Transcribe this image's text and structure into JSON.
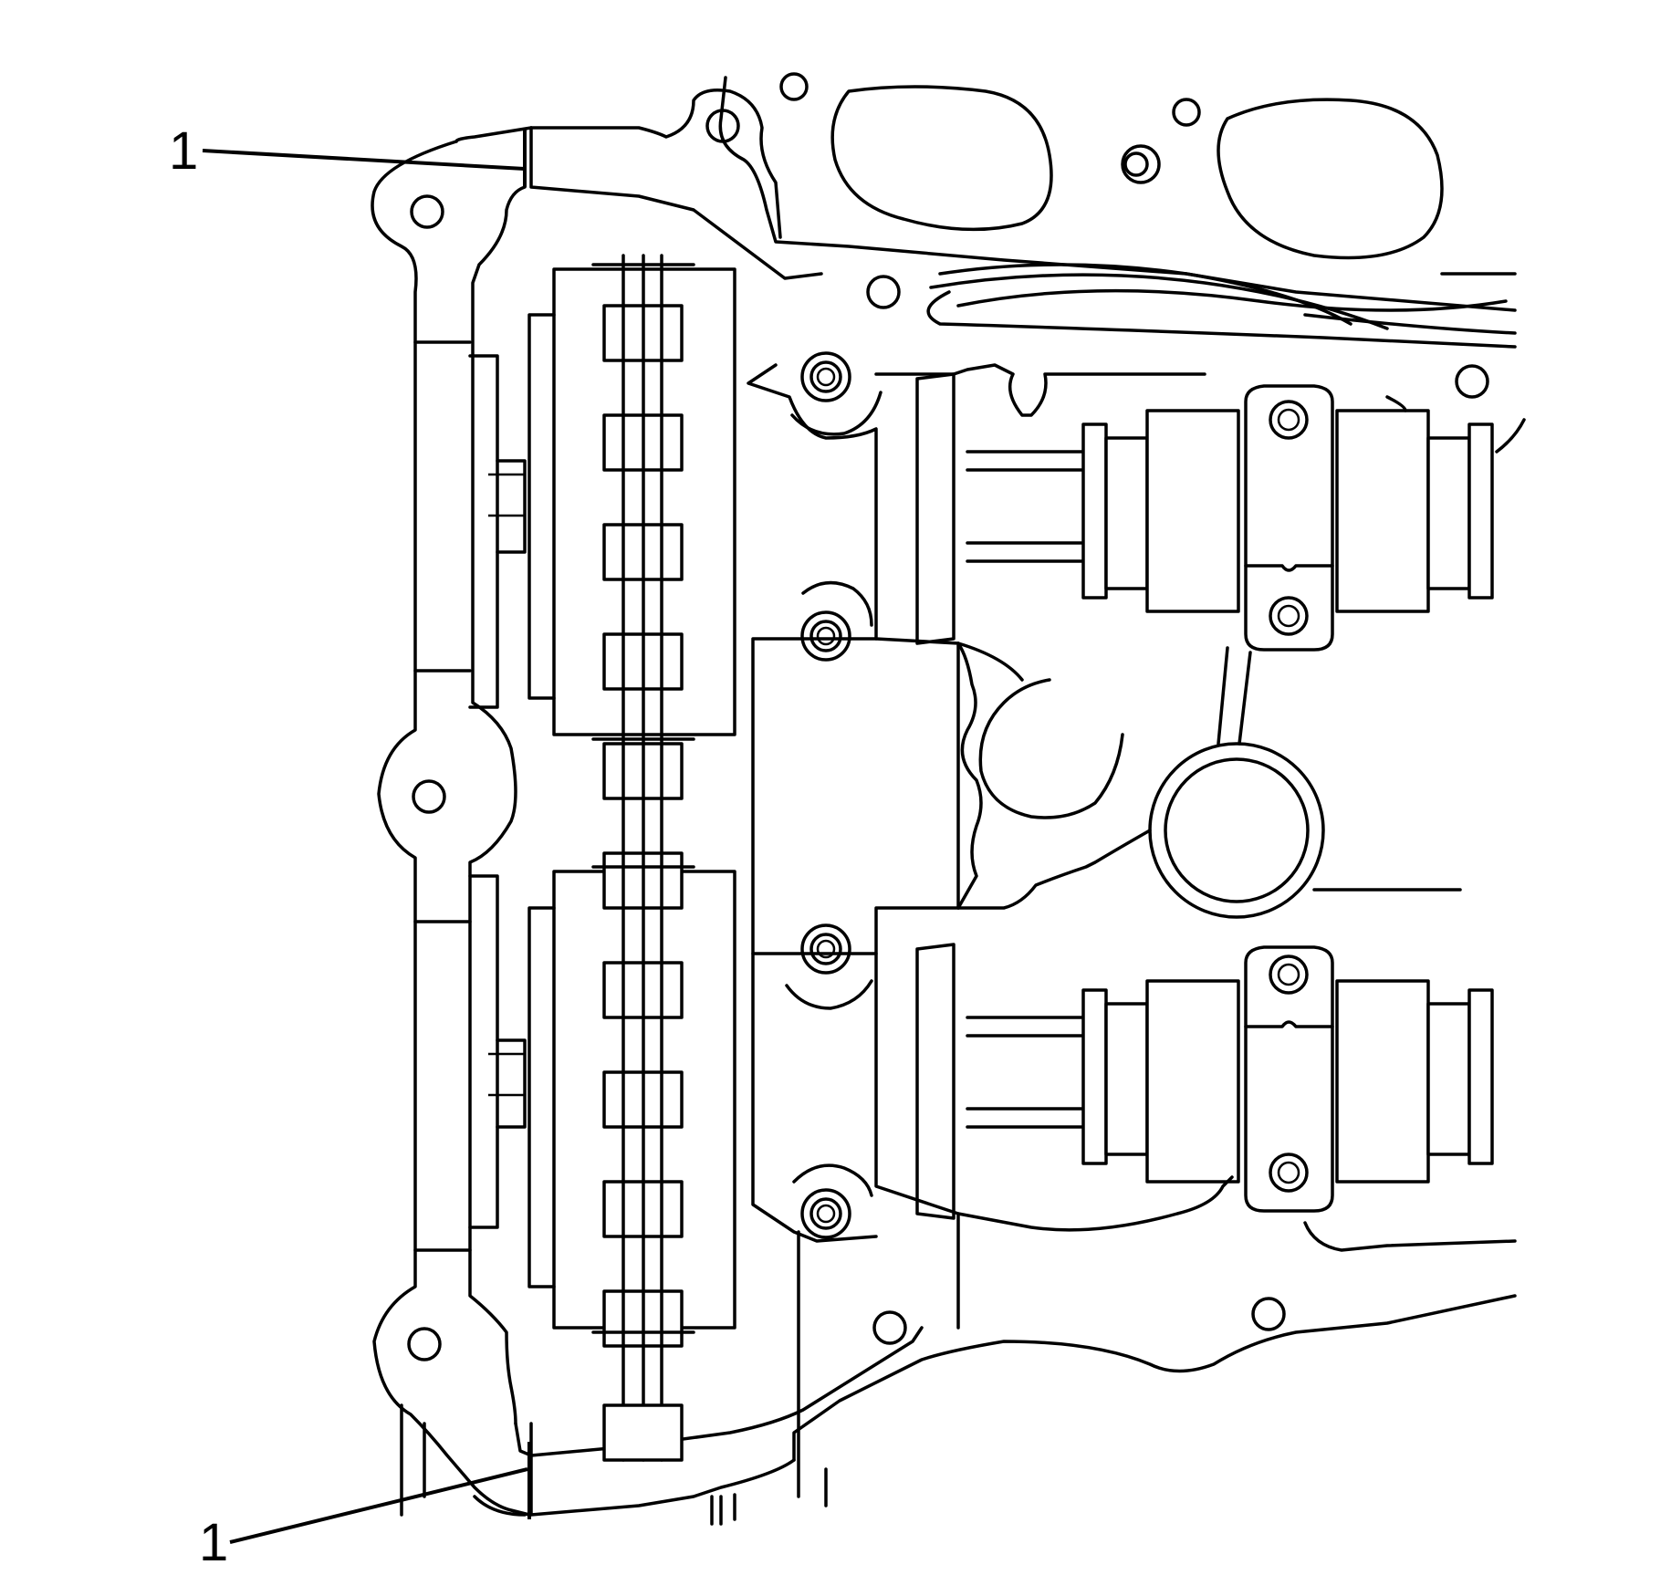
{
  "callouts": [
    {
      "id": "callout-top",
      "label": "1"
    },
    {
      "id": "callout-bottom",
      "label": "1"
    }
  ]
}
